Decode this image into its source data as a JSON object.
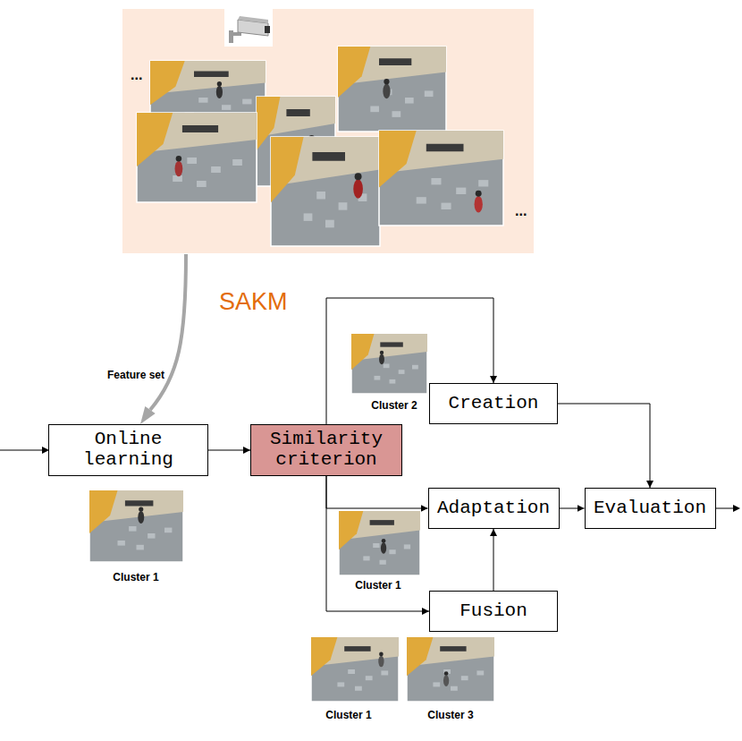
{
  "diagram": {
    "nodes": [
      {
        "text": [
          "SAKM"
        ]
      },
      {
        "text": [
          "Online learning"
        ],
        "in": 0
      },
      {
        "text": [
          "Similarity criterion"
        ],
        "in": 0
      },
      {
        "text": [
          "Creation"
        ],
        "in": 0
      },
      {
        "text": [
          "Adaptation"
        ],
        "in": 0
      },
      {
        "text": [
          "Evaluation"
        ],
        "in": 0
      },
      {
        "text": [
          "Fusion"
        ],
        "in": 0
      }
    ],
    "edges": [
      {
        "from": 1,
        "to": 2,
        "arrow": "to"
      },
      {
        "from": 2,
        "to": 3,
        "arrow": "to"
      },
      {
        "from": 2,
        "to": 4,
        "arrow": "to"
      },
      {
        "from": 2,
        "to": 6,
        "arrow": "to"
      },
      {
        "from": 3,
        "to": 5,
        "arrow": "to"
      },
      {
        "from": 4,
        "to": 5,
        "arrow": "to"
      },
      {
        "from": 6,
        "to": 4,
        "arrow": "to"
      }
    ],
    "labels": [
      "...",
      "...",
      "Feature set",
      "Cluster 2",
      "Cluster 1",
      "Cluster 1",
      "Cluster 1",
      "Cluster 3"
    ]
  }
}
